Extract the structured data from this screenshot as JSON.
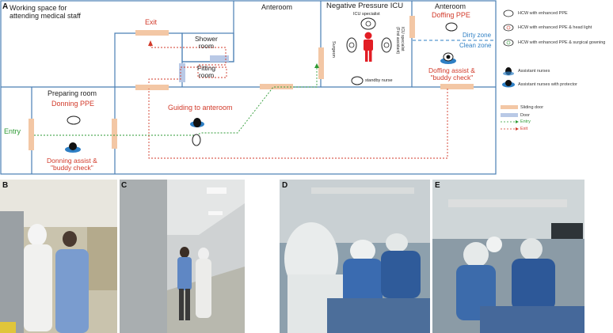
{
  "panel_a": {
    "letter": "A",
    "working_space_title": "Working space for\nattending medical staff",
    "exit_label": "Exit",
    "shower_room": "Shower\nroom",
    "fitting_room": "Fitting\nroom",
    "anteroom_top": "Anteroom",
    "icu_title": "Negative Pressure ICU",
    "icu_specialist": "ICU specialist",
    "surgeon": "Surgeon",
    "icu_specialist_first_assistant": "ICU specialist\n(First assistant)",
    "standby_nurse": "standby nurse",
    "anteroom_right": "Anteroom",
    "doffing_ppe": "Doffing PPE",
    "dirty_zone": "Dirty zone",
    "clean_zone": "Clean zone",
    "doffing_assist": "Doffing assist &\n\"buddy check\"",
    "preparing_room": "Preparing room",
    "donning_ppe": "Donning PPE",
    "donning_assist": "Donning assist &\n\"buddy check\"",
    "guiding_to_anteroom": "Guiding to anteroom",
    "entry_label": "Entry"
  },
  "legend": {
    "items": [
      {
        "icon": "hcw-enhanced-ppe-icon",
        "label": "HCW with enhanced PPE"
      },
      {
        "icon": "hcw-head-light-icon",
        "label": "HCW with enhanced PPE & head light"
      },
      {
        "icon": "hcw-gowning-icon",
        "label": "HCW with enhanced PPE & surgical gowning"
      },
      {
        "icon": "assistant-nurse-icon",
        "label": "Assistant nurses"
      },
      {
        "icon": "assistant-nurse-protector-icon",
        "label": "Assistant nurses with protector"
      },
      {
        "icon": "sliding-door-swatch",
        "label": "Sliding door"
      },
      {
        "icon": "door-swatch",
        "label": "Door"
      },
      {
        "icon": "entry-arrow-icon",
        "label": "Entry"
      },
      {
        "icon": "exit-arrow-icon",
        "label": "Exit"
      }
    ]
  },
  "photos": [
    {
      "letter": "B"
    },
    {
      "letter": "C"
    },
    {
      "letter": "D"
    },
    {
      "letter": "E"
    }
  ],
  "colors": {
    "wall": "#4a7fb5",
    "sliding_door": "#f3c7a5",
    "door": "#b9c9e6",
    "red_text": "#d23a2a",
    "green_text": "#2e9a35",
    "blue_text": "#2e7fc4"
  }
}
